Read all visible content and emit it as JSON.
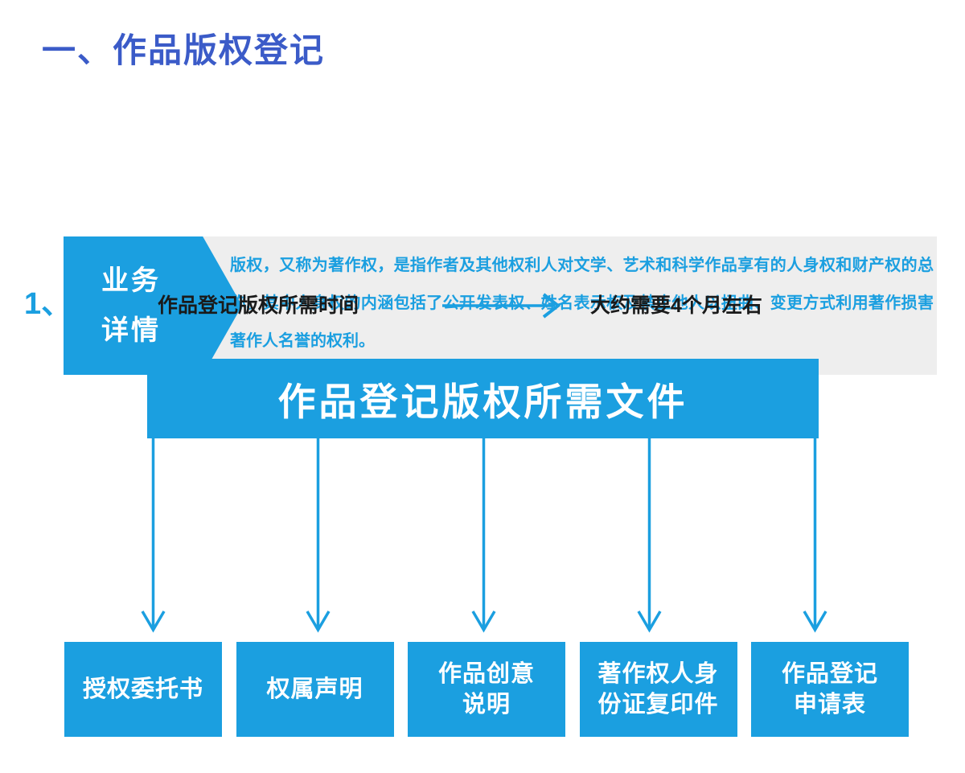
{
  "page": {
    "title": "一、作品版权登记",
    "accent_blue": "#1b9fe0",
    "title_blue": "#3b5bc8",
    "panel_gray": "#eeeeee",
    "text_dark": "#1a1a1a"
  },
  "detail": {
    "number": "1、",
    "badge_line1": "业务",
    "badge_line2": "详情",
    "body": "版权，又称为著作权，是指作者及其他权利人对文学、艺术和科学作品享有的人身权和财产权的总称。其中人身权的内涵包括了公开发表权、姓名表示权及禁止他人以扭曲、变更方式利用著作损害著作人名誉的权利。"
  },
  "timing": {
    "label": "作品登记版权所需时间",
    "arrow_icon": "arrow-right-icon",
    "value": "大约需要4个月左右"
  },
  "documents": {
    "header": "作品登记版权所需文件",
    "items": [
      {
        "label": "授权委托书"
      },
      {
        "label": "权属声明"
      },
      {
        "label": "作品创意\n说明"
      },
      {
        "label": "著作权人身\n份证复印件"
      },
      {
        "label": "作品登记\n申请表"
      }
    ]
  }
}
